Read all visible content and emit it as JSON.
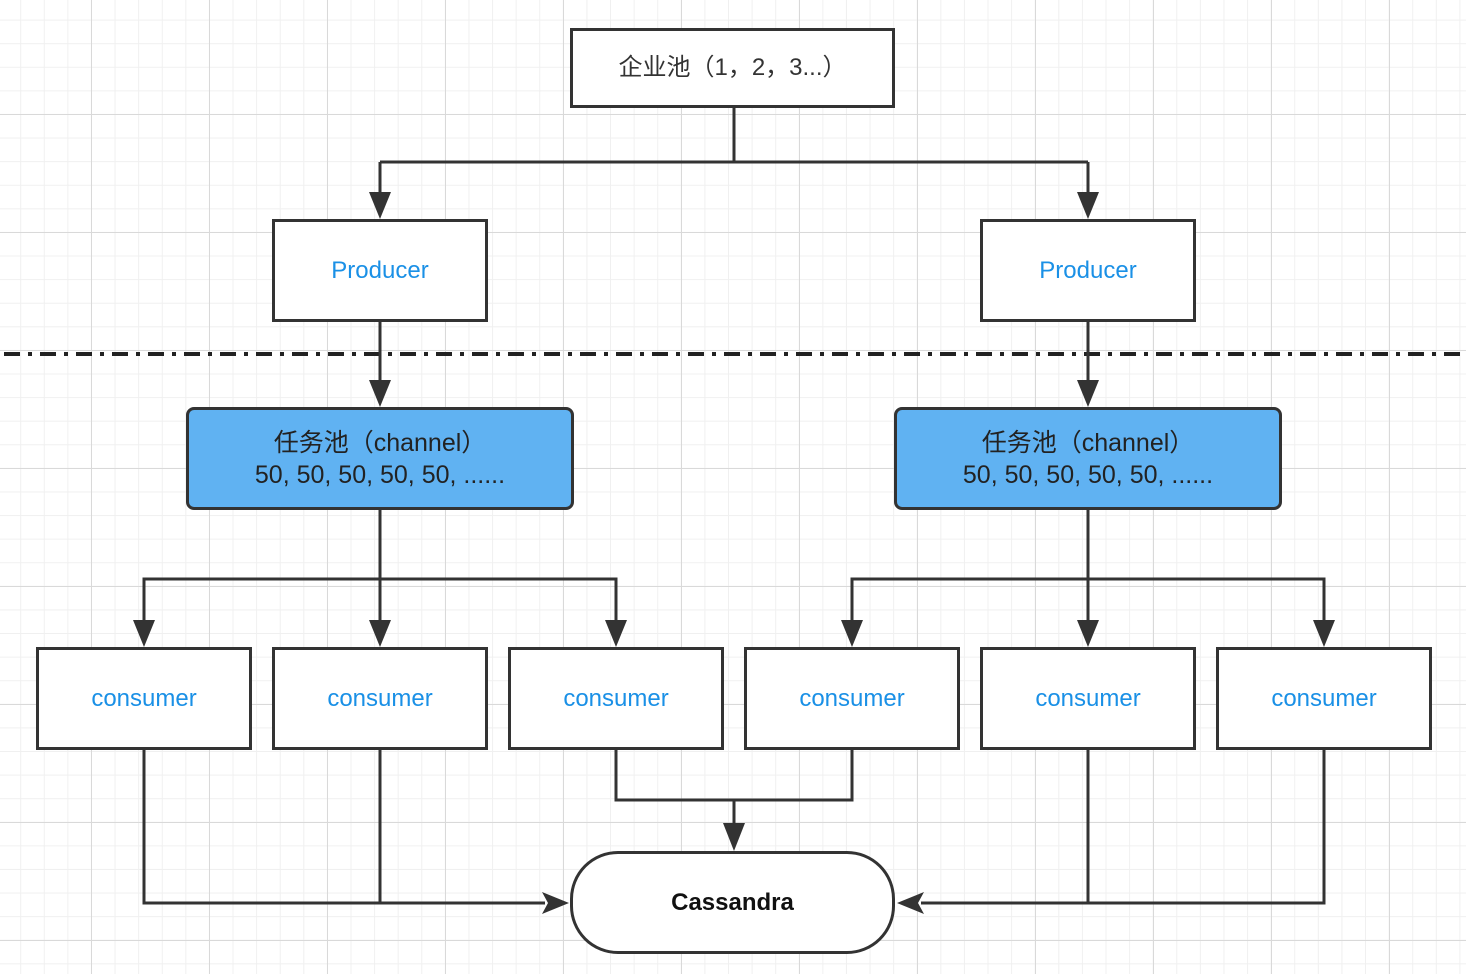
{
  "source": {
    "label": "企业池（1，2，3...）"
  },
  "producers": [
    {
      "label": "Producer"
    },
    {
      "label": "Producer"
    }
  ],
  "pools": [
    {
      "title": "任务池（channel）",
      "queue": "50, 50, 50, 50, 50, ......"
    },
    {
      "title": "任务池（channel）",
      "queue": "50, 50, 50, 50, 50, ......"
    }
  ],
  "consumers": [
    {
      "label": "consumer"
    },
    {
      "label": "consumer"
    },
    {
      "label": "consumer"
    },
    {
      "label": "consumer"
    },
    {
      "label": "consumer"
    },
    {
      "label": "consumer"
    }
  ],
  "sink": {
    "label": "Cassandra"
  },
  "colors": {
    "line": "#333333",
    "pool_fill": "#60b2f2",
    "node_text_blue": "#1a90e6",
    "separator": "#222222"
  }
}
